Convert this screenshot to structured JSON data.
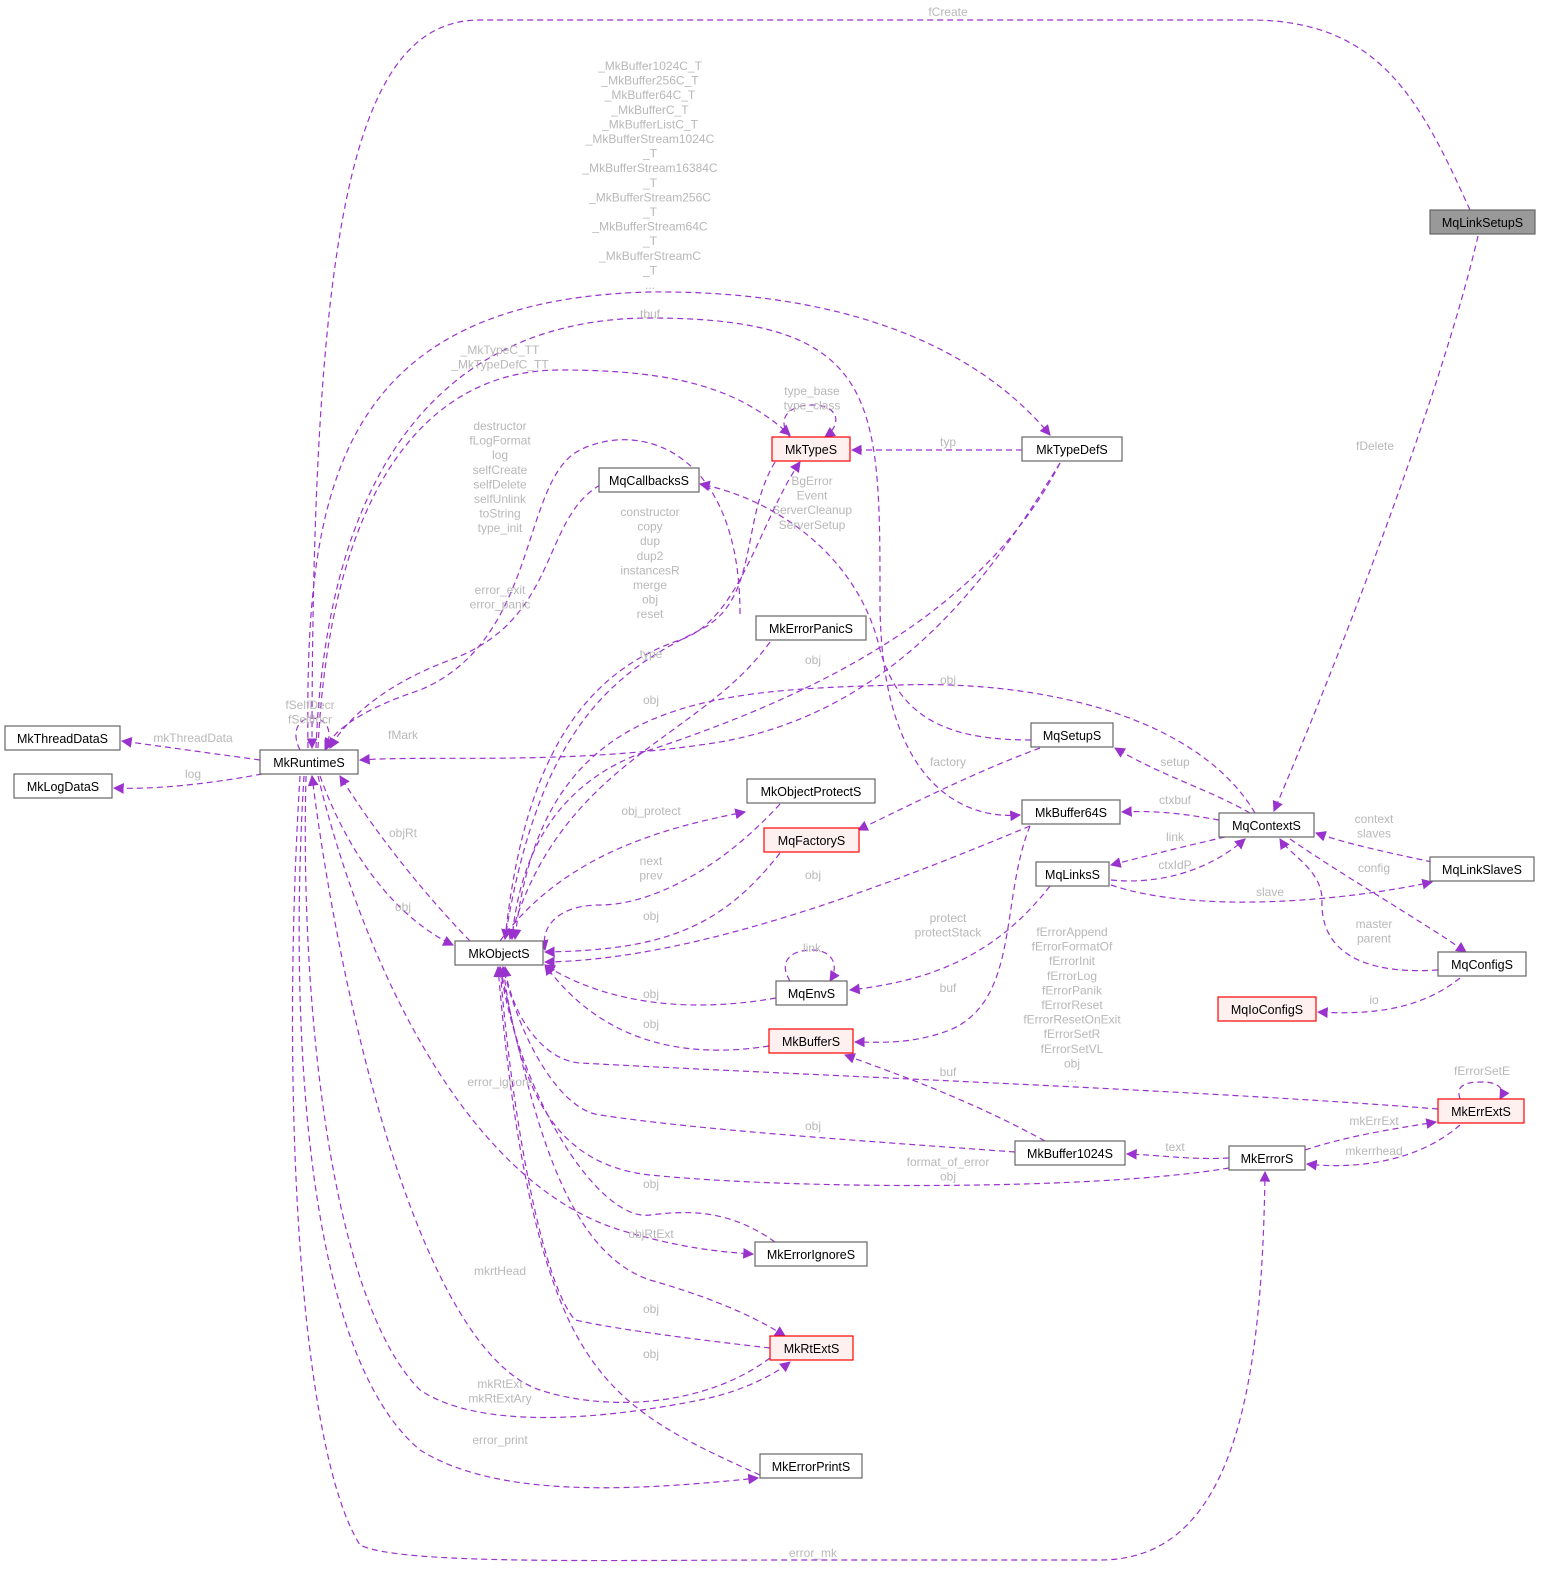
{
  "colors": {
    "edge": "#9a32cd",
    "label": "#b8b8b8",
    "focus_fill": "#999999",
    "incomplete_border": "#ff0000"
  },
  "nodes": [
    {
      "id": "MqLinkSetupS",
      "label": "MqLinkSetupS",
      "style": "focus"
    },
    {
      "id": "MkRuntimeS",
      "label": "MkRuntimeS",
      "style": "normal"
    },
    {
      "id": "MkThreadDataS",
      "label": "MkThreadDataS",
      "style": "normal"
    },
    {
      "id": "MkLogDataS",
      "label": "MkLogDataS",
      "style": "normal"
    },
    {
      "id": "MkTypeS",
      "label": "MkTypeS",
      "style": "red"
    },
    {
      "id": "MkTypeDefS",
      "label": "MkTypeDefS",
      "style": "normal"
    },
    {
      "id": "MqCallbacksS",
      "label": "MqCallbacksS",
      "style": "normal"
    },
    {
      "id": "MkErrorPanicS",
      "label": "MkErrorPanicS",
      "style": "normal"
    },
    {
      "id": "MkObjectS",
      "label": "MkObjectS",
      "style": "normal"
    },
    {
      "id": "MqSetupS",
      "label": "MqSetupS",
      "style": "normal"
    },
    {
      "id": "MkObjectProtectS",
      "label": "MkObjectProtectS",
      "style": "normal"
    },
    {
      "id": "MqFactoryS",
      "label": "MqFactoryS",
      "style": "red"
    },
    {
      "id": "MkBuffer64S",
      "label": "MkBuffer64S",
      "style": "normal"
    },
    {
      "id": "MqContextS",
      "label": "MqContextS",
      "style": "normal"
    },
    {
      "id": "MqLinkSlaveS",
      "label": "MqLinkSlaveS",
      "style": "normal"
    },
    {
      "id": "MqLinksS",
      "label": "MqLinksS",
      "style": "normal"
    },
    {
      "id": "MqConfigS",
      "label": "MqConfigS",
      "style": "normal"
    },
    {
      "id": "MqIoConfigS",
      "label": "MqIoConfigS",
      "style": "red"
    },
    {
      "id": "MqEnvS",
      "label": "MqEnvS",
      "style": "normal"
    },
    {
      "id": "MkBufferS",
      "label": "MkBufferS",
      "style": "red"
    },
    {
      "id": "MkErrExtS",
      "label": "MkErrExtS",
      "style": "red"
    },
    {
      "id": "MkErrorS",
      "label": "MkErrorS",
      "style": "normal"
    },
    {
      "id": "MkBuffer1024S",
      "label": "MkBuffer1024S",
      "style": "normal"
    },
    {
      "id": "MkErrorIgnoreS",
      "label": "MkErrorIgnoreS",
      "style": "normal"
    },
    {
      "id": "MkRtExtS",
      "label": "MkRtExtS",
      "style": "red"
    },
    {
      "id": "MkErrorPrintS",
      "label": "MkErrorPrintS",
      "style": "normal"
    }
  ],
  "edges": [
    {
      "from": "MqLinkSetupS",
      "to": "MkRuntimeS",
      "label": [
        "fCreate"
      ]
    },
    {
      "from": "MqLinkSetupS",
      "to": "MqContextS",
      "label": [
        "fDelete"
      ]
    },
    {
      "from": "MkRuntimeS",
      "to": "MkTypeDefS",
      "label": [
        "_MkBuffer1024C_T",
        "_MkBuffer256C_T",
        "_MkBuffer64C_T",
        "_MkBufferC_T",
        "_MkBufferListC_T",
        "_MkBufferStream1024C",
        "_T",
        "_MkBufferStream16384C",
        "_T",
        "_MkBufferStream256C",
        "_T",
        "_MkBufferStream64C",
        "_T",
        "_MkBufferStreamC",
        "_T",
        "..."
      ]
    },
    {
      "from": "MkRuntimeS",
      "to": "MkBuffer64S",
      "label": [
        "tbuf"
      ]
    },
    {
      "from": "MkRuntimeS",
      "to": "MkTypeS",
      "label": [
        "_MkTypeC_TT",
        "_MkTypeDefC_TT"
      ]
    },
    {
      "from": "MkTypeS",
      "to": "MkTypeS",
      "label": [
        "type_base",
        "type_class"
      ]
    },
    {
      "from": "MkTypeDefS",
      "to": "MkTypeS",
      "label": [
        "typ"
      ]
    },
    {
      "from": "MkErrorPanicS",
      "to": "MkRuntimeS",
      "label": [
        "destructor",
        "fLogFormat",
        "log",
        "selfCreate",
        "selfDelete",
        "selfUnlink",
        "toString",
        "type_init"
      ]
    },
    {
      "from": "MqCallbacksS",
      "to": "MkRuntimeS",
      "label": [
        "error_exit",
        "error_panic"
      ]
    },
    {
      "from": "MkTypeDefS",
      "to": "MkRuntimeS",
      "label": [
        "fMark"
      ]
    },
    {
      "from": "MkTypeS",
      "to": "MkObjectS",
      "label": [
        "constructor",
        "copy",
        "dup",
        "dup2",
        "instancesR",
        "merge",
        "obj",
        "reset"
      ]
    },
    {
      "from": "MkObjectS",
      "to": "MkTypeS",
      "label": [
        "type"
      ]
    },
    {
      "from": "MkErrorPanicS",
      "to": "MkObjectS",
      "label": [
        "obj"
      ]
    },
    {
      "from": "MkTypeDefS",
      "to": "MkObjectS",
      "label": [
        "obj"
      ]
    },
    {
      "from": "MqContextS",
      "to": "MkObjectS",
      "label": [
        "obj"
      ]
    },
    {
      "from": "MkRuntimeS",
      "to": "MkRuntimeS",
      "label": [
        "fSelfDecr",
        "fSelfIncr"
      ]
    },
    {
      "from": "MkRuntimeS",
      "to": "MkThreadDataS",
      "label": [
        "mkThreadData"
      ]
    },
    {
      "from": "MkRuntimeS",
      "to": "MkLogDataS",
      "label": [
        "log"
      ]
    },
    {
      "from": "MkObjectS",
      "to": "MkRuntimeS",
      "label": [
        "objRt"
      ]
    },
    {
      "from": "MkRuntimeS",
      "to": "MkObjectS",
      "label": [
        "obj"
      ]
    },
    {
      "from": "MkObjectS",
      "to": "MkObjectProtectS",
      "label": [
        "obj_protect"
      ]
    },
    {
      "from": "MkObjectProtectS",
      "to": "MkObjectS",
      "label": [
        "next",
        "prev"
      ]
    },
    {
      "from": "MqFactoryS",
      "to": "MkObjectS",
      "label": [
        "obj"
      ]
    },
    {
      "from": "MkBuffer64S",
      "to": "MkObjectS",
      "label": [
        "obj"
      ]
    },
    {
      "from": "MqSetupS",
      "to": "MqFactoryS",
      "label": [
        "factory"
      ]
    },
    {
      "from": "MqSetupS",
      "to": "MqCallbacksS",
      "label": [
        "BgError",
        "Event",
        "ServerCleanup",
        "ServerSetup"
      ]
    },
    {
      "from": "MqContextS",
      "to": "MqSetupS",
      "label": [
        "setup"
      ]
    },
    {
      "from": "MqContextS",
      "to": "MkBuffer64S",
      "label": [
        "ctxbuf"
      ]
    },
    {
      "from": "MqContextS",
      "to": "MqLinksS",
      "label": [
        "link"
      ]
    },
    {
      "from": "MqLinksS",
      "to": "MqContextS",
      "label": [
        "ctxIdP"
      ]
    },
    {
      "from": "MqLinksS",
      "to": "MqLinkSlaveS",
      "label": [
        "slave"
      ]
    },
    {
      "from": "MqLinkSlaveS",
      "to": "MqContextS",
      "label": [
        "context",
        "slaves"
      ]
    },
    {
      "from": "MqContextS",
      "to": "MqConfigS",
      "label": [
        "config"
      ]
    },
    {
      "from": "MqConfigS",
      "to": "MqContextS",
      "label": [
        "master",
        "parent"
      ]
    },
    {
      "from": "MqConfigS",
      "to": "MqIoConfigS",
      "label": [
        "io"
      ]
    },
    {
      "from": "MqLinksS",
      "to": "MqEnvS",
      "label": [
        "protect",
        "protectStack"
      ]
    },
    {
      "from": "MqEnvS",
      "to": "MqEnvS",
      "label": [
        "link"
      ]
    },
    {
      "from": "MqEnvS",
      "to": "MkObjectS",
      "label": [
        "obj"
      ]
    },
    {
      "from": "MkBufferS",
      "to": "MkObjectS",
      "label": [
        "obj"
      ]
    },
    {
      "from": "MkBuffer64S",
      "to": "MkBufferS",
      "label": [
        "buf"
      ]
    },
    {
      "from": "MkErrExtS",
      "to": "MkObjectS",
      "label": [
        "fErrorAppend",
        "fErrorFormatOf",
        "fErrorInit",
        "fErrorLog",
        "fErrorPanik",
        "fErrorReset",
        "fErrorResetOnExit",
        "fErrorSetR",
        "fErrorSetVL",
        "obj",
        "..."
      ]
    },
    {
      "from": "MkBuffer1024S",
      "to": "MkBufferS",
      "label": [
        "buf"
      ]
    },
    {
      "from": "MkErrExtS",
      "to": "MkErrExtS",
      "label": [
        "fErrorSetE"
      ]
    },
    {
      "from": "MkErrorS",
      "to": "MkErrExtS",
      "label": [
        "mkErrExt"
      ]
    },
    {
      "from": "MkErrExtS",
      "to": "MkErrorS",
      "label": [
        "mkerrhead"
      ]
    },
    {
      "from": "MkErrorS",
      "to": "MkBuffer1024S",
      "label": [
        "text"
      ]
    },
    {
      "from": "MkErrorS",
      "to": "MkObjectS",
      "label": [
        "format_of_error",
        "obj"
      ]
    },
    {
      "from": "MkBuffer1024S",
      "to": "MkObjectS",
      "label": [
        "obj"
      ]
    },
    {
      "from": "MkRuntimeS",
      "to": "MkErrorIgnoreS",
      "label": [
        "error_ignore"
      ]
    },
    {
      "from": "MkErrorIgnoreS",
      "to": "MkObjectS",
      "label": [
        "obj"
      ]
    },
    {
      "from": "MkObjectS",
      "to": "MkRtExtS",
      "label": [
        "objRtExt"
      ]
    },
    {
      "from": "MkRtExtS",
      "to": "MkRuntimeS",
      "label": [
        "mkrtHead"
      ]
    },
    {
      "from": "MkRtExtS",
      "to": "MkObjectS",
      "label": [
        "obj"
      ]
    },
    {
      "from": "MkErrorPrintS",
      "to": "MkObjectS",
      "label": [
        "obj"
      ]
    },
    {
      "from": "MkRuntimeS",
      "to": "MkRtExtS",
      "label": [
        "mkRtExt",
        "mkRtExtAry"
      ]
    },
    {
      "from": "MkRuntimeS",
      "to": "MkErrorPrintS",
      "label": [
        "error_print"
      ]
    },
    {
      "from": "MkRuntimeS",
      "to": "MkErrorS",
      "label": [
        "error_mk"
      ]
    }
  ]
}
